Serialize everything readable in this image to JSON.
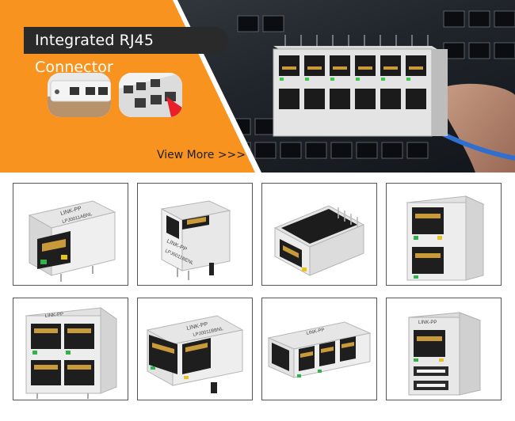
{
  "banner": {
    "title": "Integrated RJ45 Connector",
    "cta": "View More >>>",
    "accent_color": "#f7931e",
    "title_bg_color": "#2a2a2a"
  },
  "products": [
    {
      "name": "single-port-rj45-1"
    },
    {
      "name": "single-port-rj45-2"
    },
    {
      "name": "single-port-rj45-3"
    },
    {
      "name": "stacked-2x1-rj45"
    },
    {
      "name": "stacked-2x2-rj45"
    },
    {
      "name": "1x2-rj45"
    },
    {
      "name": "1x4-rj45"
    },
    {
      "name": "rj45-over-usb"
    }
  ],
  "product_labels": {
    "logo_text": "LINK-PP",
    "model_1": "LPJ0011ABNL",
    "model_2": "LPJ0011BBNL",
    "model_3": "LPJ6011BENL"
  }
}
